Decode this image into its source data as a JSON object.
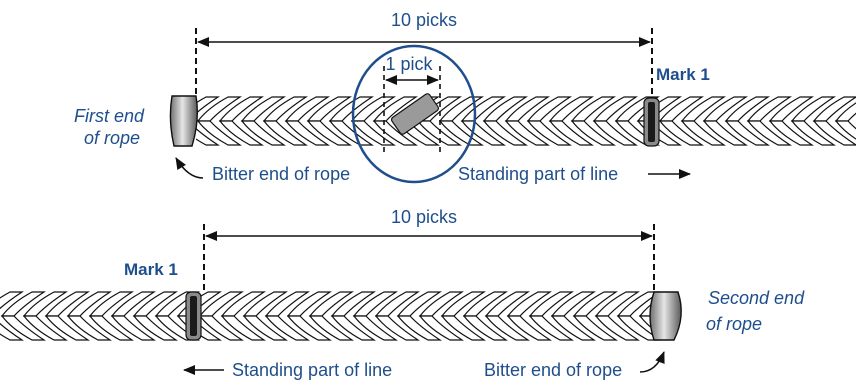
{
  "colors": {
    "text": "#1f4e8c",
    "line": "#111111",
    "rope_fill": "#ffffff",
    "highlight_strand": "#9a9a9a",
    "whipping": "#8a8a8a",
    "mark_band": "#1a1a1a"
  },
  "top_diagram": {
    "measure_label": "10 picks",
    "pick_label": "1 pick",
    "mark_label": "Mark 1",
    "end_label_line1": "First end",
    "end_label_line2": "of rope",
    "bitter_end_label": "Bitter end of rope",
    "standing_part_label": "Standing part of line"
  },
  "bottom_diagram": {
    "measure_label": "10 picks",
    "mark_label": "Mark 1",
    "end_label_line1": "Second end",
    "end_label_line2": "of rope",
    "standing_part_label": "Standing part of line",
    "bitter_end_label": "Bitter end of rope"
  }
}
